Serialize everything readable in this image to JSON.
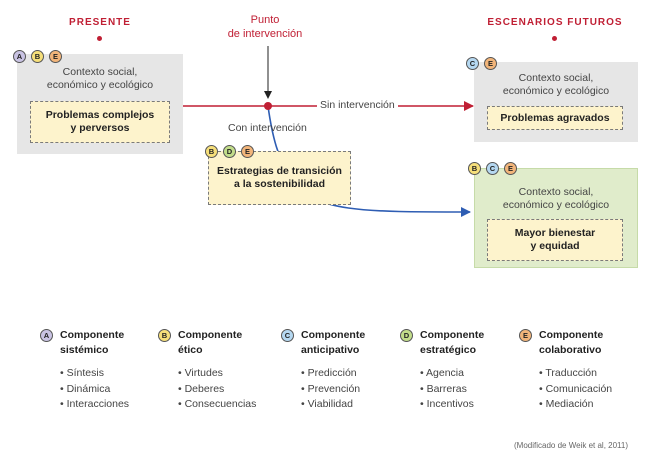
{
  "headings": {
    "present": "Presente",
    "futures": "Escenarios futuros"
  },
  "intervention_point": {
    "line1": "Punto",
    "line2": "de intervención"
  },
  "arrows": {
    "without": "Sin intervención",
    "with": "Con intervención"
  },
  "present_box": {
    "badges": [
      "A",
      "B",
      "E"
    ],
    "context_line1": "Contexto social,",
    "context_line2": "económico y ecológico",
    "problem_line1": "Problemas complejos",
    "problem_line2": "y perversos"
  },
  "strategy_box": {
    "badges": [
      "B",
      "D",
      "E"
    ],
    "line1": "Estrategias de transición",
    "line2": "a la sostenibilidad"
  },
  "future_bad": {
    "badges": [
      "C",
      "E"
    ],
    "context_line1": "Contexto social,",
    "context_line2": "económico y ecológico",
    "result": "Problemas agravados"
  },
  "future_good": {
    "badges": [
      "B",
      "C",
      "E"
    ],
    "context_line1": "Contexto social,",
    "context_line2": "económico y ecológico",
    "result_line1": "Mayor bienestar",
    "result_line2": "y equidad"
  },
  "legend": [
    {
      "letter": "A",
      "title1": "Componente",
      "title2": "sistémico",
      "items": [
        "Síntesis",
        "Dinámica",
        "Interacciones"
      ]
    },
    {
      "letter": "B",
      "title1": "Componente",
      "title2": "ético",
      "items": [
        "Virtudes",
        "Deberes",
        "Consecuencias"
      ]
    },
    {
      "letter": "C",
      "title1": "Componente",
      "title2": "anticipativo",
      "items": [
        "Predicción",
        "Prevención",
        "Viabilidad"
      ]
    },
    {
      "letter": "D",
      "title1": "Componente",
      "title2": "estratégico",
      "items": [
        "Agencia",
        "Barreras",
        "Incentivos"
      ]
    },
    {
      "letter": "E",
      "title1": "Componente",
      "title2": "colaborativo",
      "items": [
        "Traducción",
        "Comunicación",
        "Mediación"
      ]
    }
  ],
  "credit": "(Modificado de Weik et al, 2011)",
  "colors": {
    "accent_red": "#c01f34",
    "blue_arrow": "#2e5db3",
    "badge_A": "#c9c3e3",
    "badge_B": "#f6df7a",
    "badge_C": "#b5d8f1",
    "badge_D": "#c2dd8a",
    "badge_E": "#f2b57a"
  }
}
